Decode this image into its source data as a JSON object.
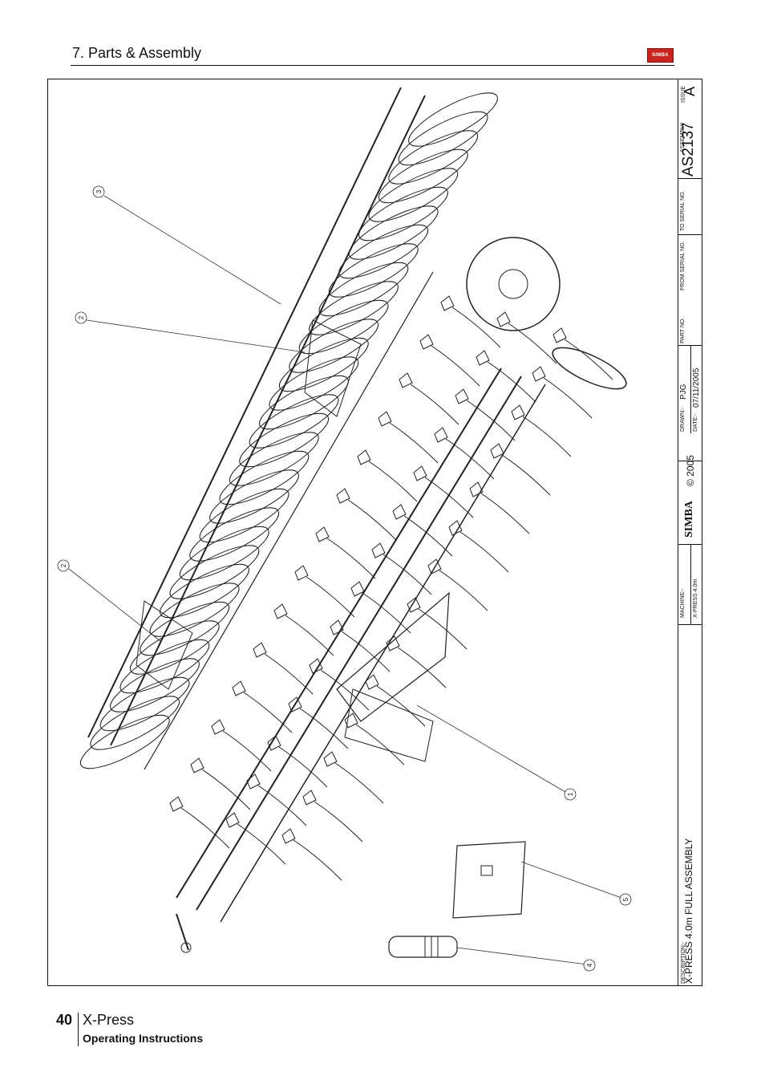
{
  "header": {
    "section_title": "7. Parts & Assembly",
    "logo_text": "SIMBA"
  },
  "title_block": {
    "issue_label": "ISSUE",
    "issue_value": "A",
    "assembly_label": "ASSEMBLY",
    "assembly_no": "AS2137",
    "to_serial_label": "TO SERIAL NO.",
    "from_serial_label": "FROM SERIAL NO.",
    "part_no_label": "PART NO.",
    "drawn_label": "DRAWN:-",
    "drawn_value": "PJG",
    "date_label": "DATE:-",
    "date_value": "07/11/2005",
    "copyright": "© 2005",
    "brand": "SIMBA",
    "machine_label": "MACHINE:-",
    "machine_value": "X-PRESS 4.0m",
    "description_label": "DESCRIPTION:-",
    "description_value": "X-PRESS 4.0m FULL ASSEMBLY"
  },
  "callouts": [
    "1",
    "2",
    "2",
    "3",
    "4",
    "5"
  ],
  "footer": {
    "page_number": "40",
    "product": "X-Press",
    "subtitle": "Operating Instructions"
  }
}
